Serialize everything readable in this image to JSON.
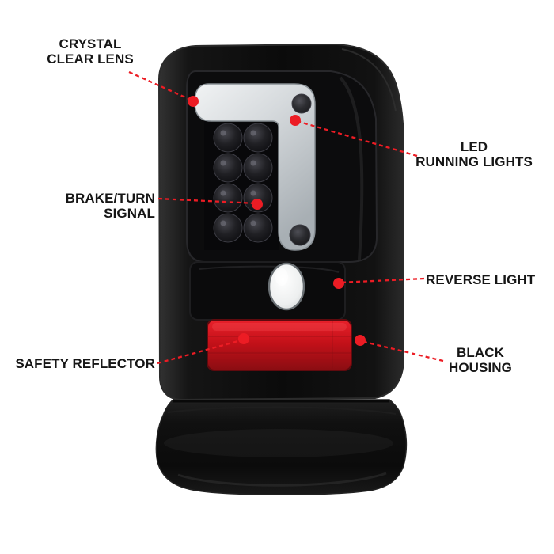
{
  "theme": {
    "background": "#ffffff",
    "accent_color": "#ec1c24",
    "text_color": "#161616",
    "housing_color": "#0d0d0d",
    "light_bar_color": "#d9dde0",
    "reflector_color": "#c8111a",
    "reverse_light_color": "#f2f3f3"
  },
  "callouts": [
    {
      "id": "crystal-clear-lens",
      "label": "CRYSTAL\nCLEAR LENS"
    },
    {
      "id": "led-running-lights",
      "label": "LED\nRUNNING LIGHTS"
    },
    {
      "id": "brake-turn-signal",
      "label": "BRAKE/TURN SIGNAL"
    },
    {
      "id": "reverse-light",
      "label": "REVERSE LIGHT"
    },
    {
      "id": "safety-reflector",
      "label": "SAFETY REFLECTOR"
    },
    {
      "id": "black-housing",
      "label": "BLACK\nHOUSING"
    }
  ]
}
